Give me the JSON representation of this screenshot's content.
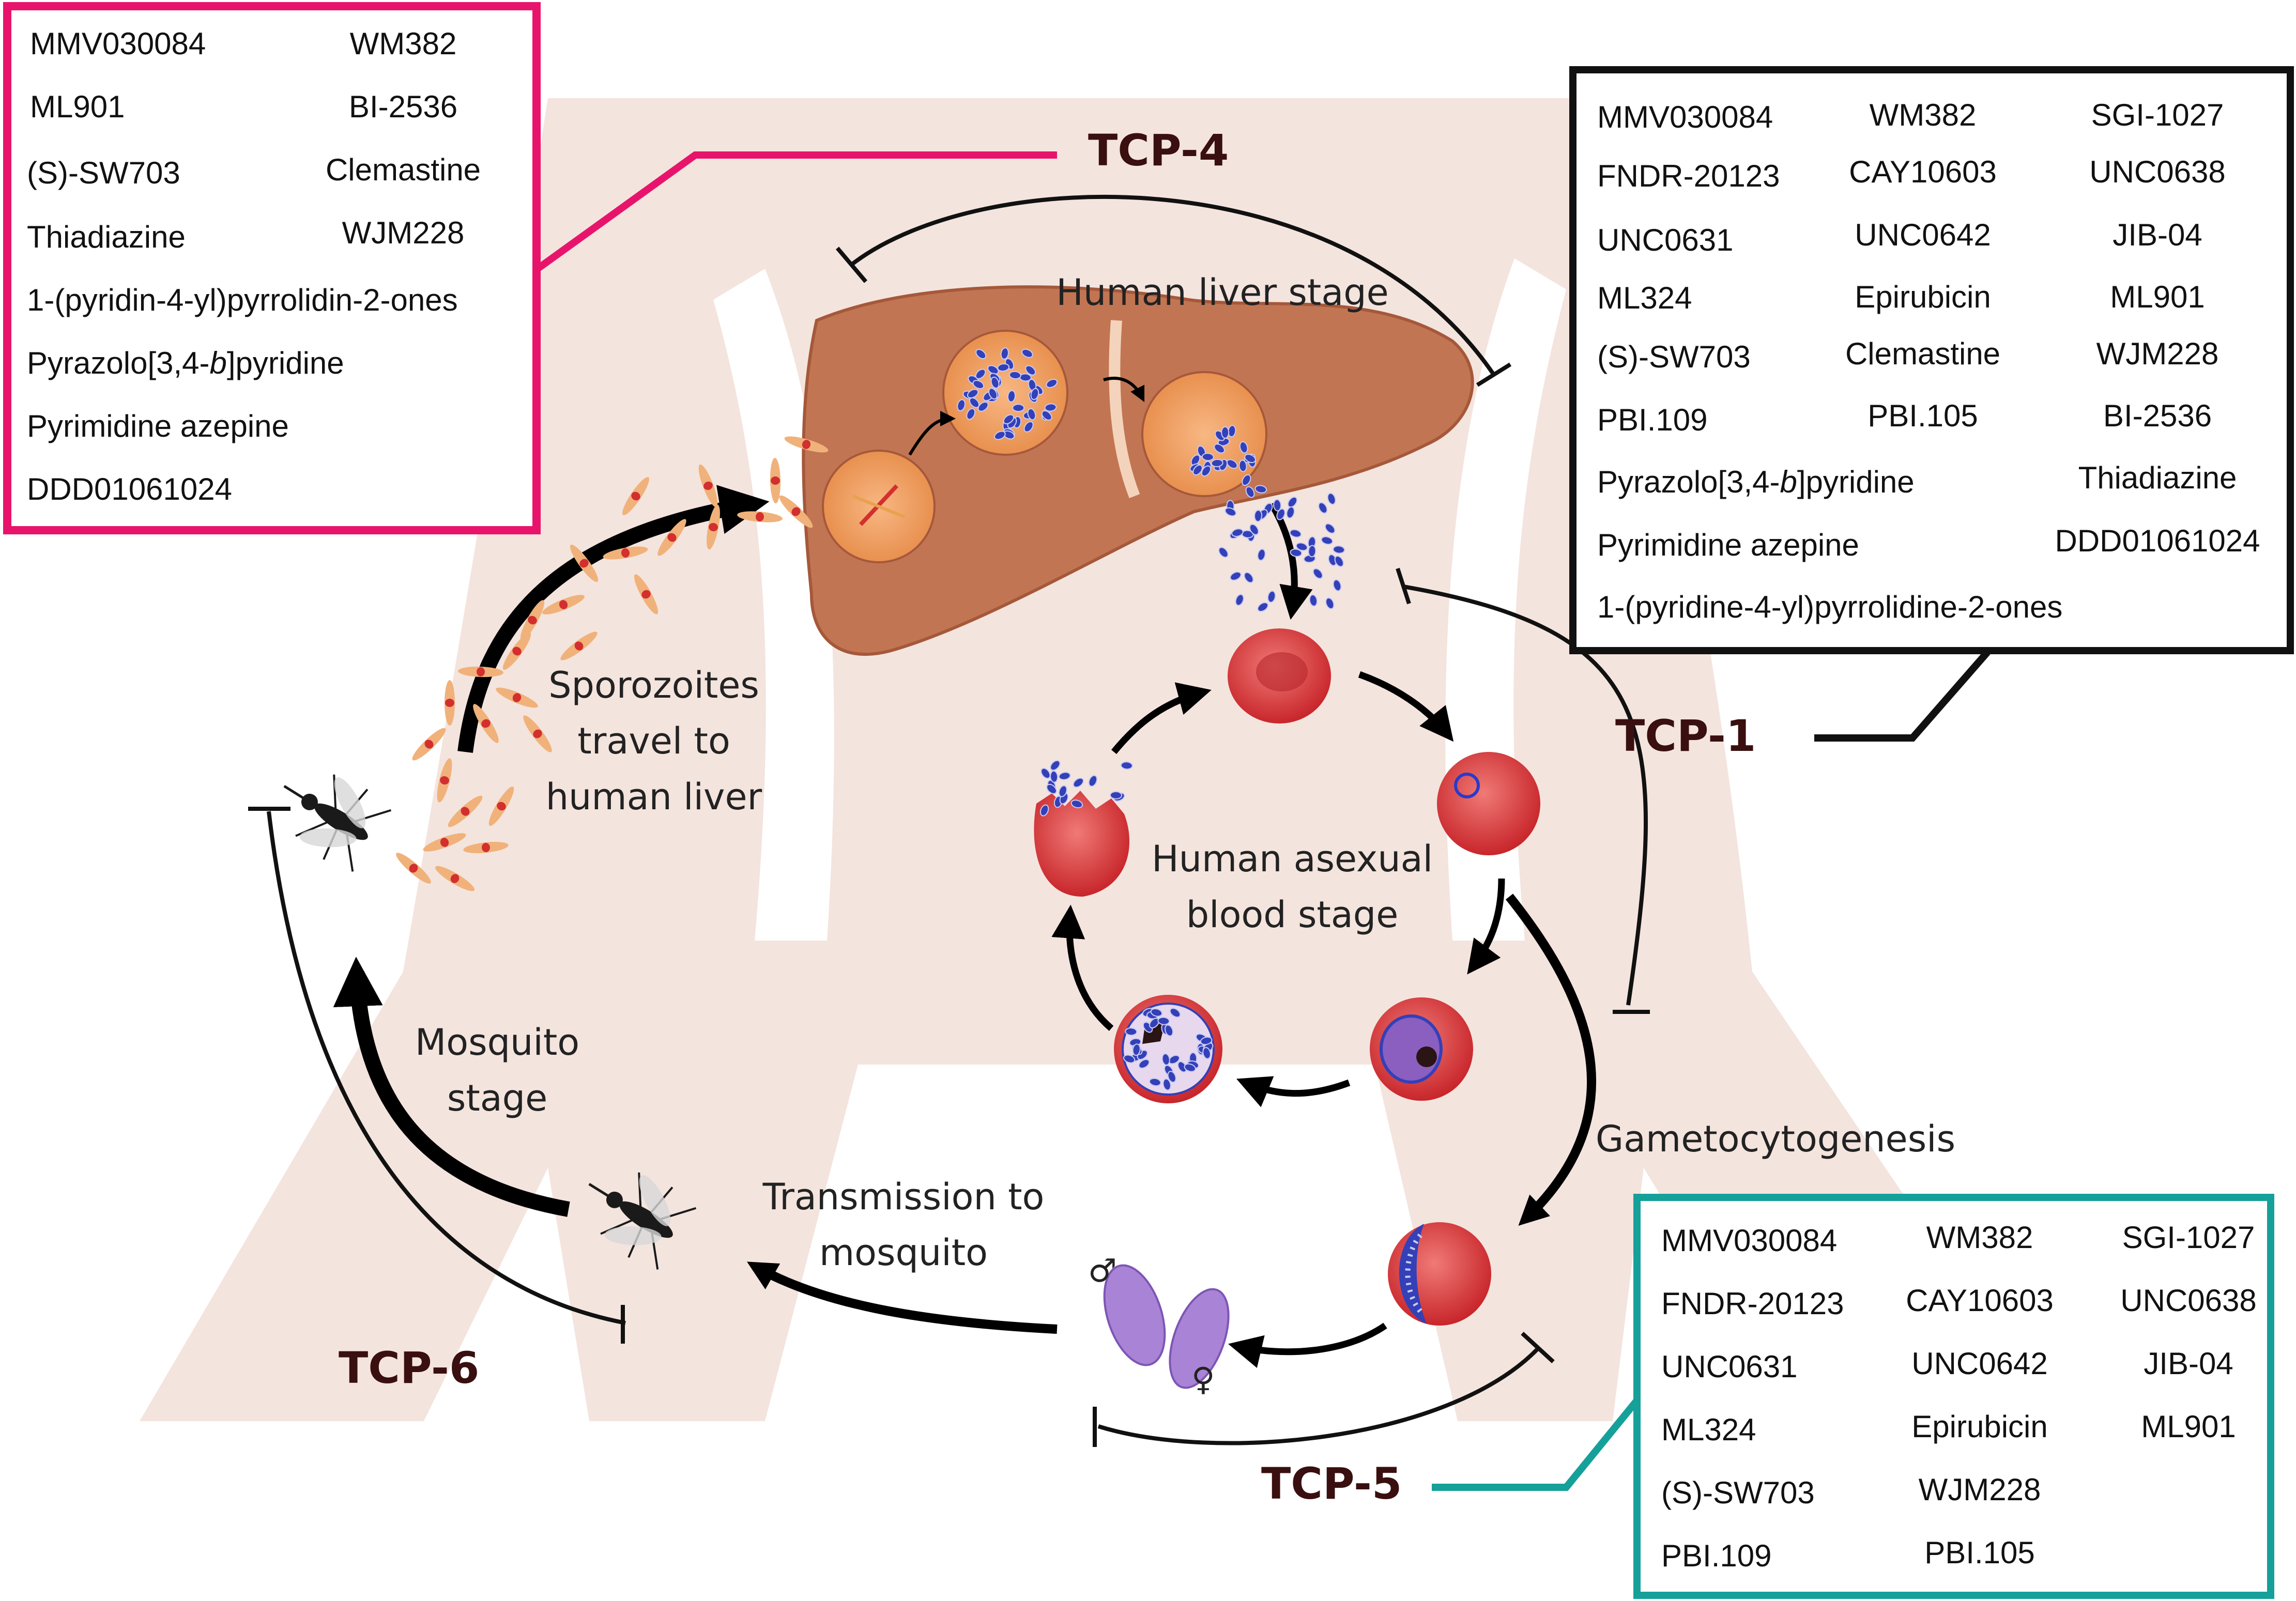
{
  "colors": {
    "tcp4_box": "#e8146c",
    "tcp1_box": "#111111",
    "tcp5_box": "#16a09a",
    "background_silhouette": "#f4e4de",
    "liver": "#c27552",
    "rbc": "#d9363b",
    "parasite": "#3340b8",
    "tcp_label": "#3a0f0f"
  },
  "tcp_labels": {
    "tcp4": "TCP-4",
    "tcp1": "TCP-1",
    "tcp5": "TCP-5",
    "tcp6": "TCP-6"
  },
  "stage_labels": {
    "liver": [
      "Human liver stage"
    ],
    "sporozoites": [
      "Sporozoites",
      "travel to",
      "human liver"
    ],
    "asexual": [
      "Human asexual",
      "blood stage"
    ],
    "mosquito": [
      "Mosquito",
      "stage"
    ],
    "transmission": [
      "Transmission to",
      "mosquito"
    ],
    "gametocytogenesis": [
      "Gametocytogenesis"
    ],
    "male_symbol": "♂",
    "female_symbol": "♀"
  },
  "tcp4_compounds": {
    "rows2": [
      [
        "MMV030084",
        "WM382"
      ],
      [
        "ML901",
        "BI-2536"
      ],
      [
        "(S)-SW703",
        "Clemastine"
      ],
      [
        "Thiadiazine",
        "WJM228"
      ]
    ],
    "single": [
      "1-(pyridin-4-yl)pyrrolidin-2-ones",
      "Pyrimidine  azepine",
      "DDD01061024"
    ],
    "pyrazolo": {
      "pre": "Pyrazolo[3,4-",
      "ital": "b",
      "post": "]pyridine"
    }
  },
  "tcp1_compounds": {
    "rows3": [
      [
        "MMV030084",
        "WM382",
        "SGI-1027"
      ],
      [
        "FNDR-20123",
        "CAY10603",
        "UNC0638"
      ],
      [
        "UNC0631",
        "UNC0642",
        "JIB-04"
      ],
      [
        "ML324",
        "Epirubicin",
        "ML901"
      ],
      [
        "(S)-SW703",
        "Clemastine",
        "WJM228"
      ],
      [
        "PBI.109",
        "PBI.105",
        "BI-2536"
      ]
    ],
    "pyrazolo": {
      "pre": "Pyrazolo[3,4-",
      "ital": "b",
      "post": "]pyridine"
    },
    "thiadiazine": "Thiadiazine",
    "pyrimidine": "Pyrimidine  azepine",
    "ddd": "DDD01061024",
    "pyridine_line": "1-(pyridine-4-yl)pyrrolidine-2-ones"
  },
  "tcp5_compounds": {
    "rows": [
      [
        "MMV030084",
        "WM382",
        "SGI-1027"
      ],
      [
        "FNDR-20123",
        "CAY10603",
        "UNC0638"
      ],
      [
        "UNC0631",
        "UNC0642",
        "JIB-04"
      ],
      [
        "ML324",
        "Epirubicin",
        "ML901"
      ],
      [
        "(S)-SW703",
        "WJM228",
        ""
      ],
      [
        "PBI.109",
        "PBI.105",
        ""
      ]
    ]
  }
}
